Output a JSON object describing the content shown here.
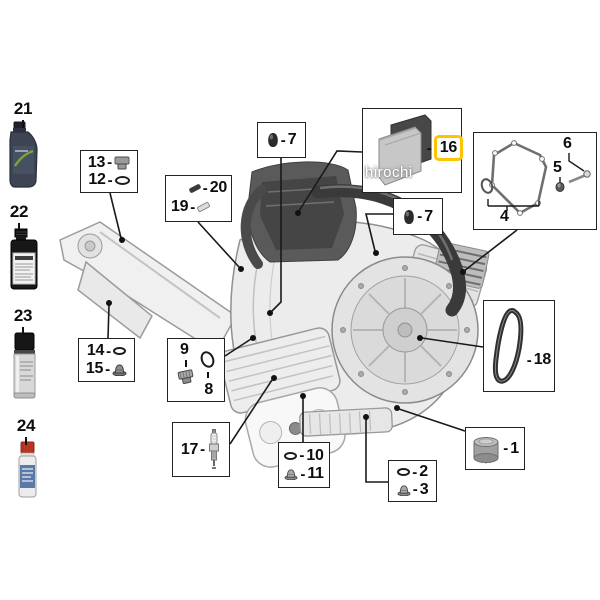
{
  "diagram": {
    "watermark": "hirochi",
    "dash": "-"
  },
  "highlight": {
    "part": "16",
    "color": "#FFC400"
  },
  "parts": {
    "p1": {
      "num": "1",
      "icon": "oil-filter-icon"
    },
    "p2": {
      "num": "2",
      "icon": "o-ring-icon"
    },
    "p3": {
      "num": "3",
      "icon": "grommet-plug-icon"
    },
    "p4": {
      "num": "4",
      "icon": "cover-gasket-icon"
    },
    "p5": {
      "num": "5",
      "icon": "grommet-icon"
    },
    "p6": {
      "num": "6",
      "icon": "screw-icon"
    },
    "p7a": {
      "num": "7",
      "icon": "rubber-cap-icon"
    },
    "p7b": {
      "num": "7",
      "icon": "rubber-cap-icon"
    },
    "p8": {
      "num": "8",
      "icon": "o-ring-icon"
    },
    "p9": {
      "num": "9",
      "icon": "screw-plug-icon"
    },
    "p10": {
      "num": "10",
      "icon": "o-ring-icon"
    },
    "p11": {
      "num": "11",
      "icon": "grommet-plug-icon"
    },
    "p12": {
      "num": "12",
      "icon": "o-ring-icon"
    },
    "p13": {
      "num": "13",
      "icon": "oil-filler-cap-icon"
    },
    "p14": {
      "num": "14",
      "icon": "o-ring-icon"
    },
    "p15": {
      "num": "15",
      "icon": "grommet-plug-icon"
    },
    "p16": {
      "num": "16",
      "icon": "air-filter-icon",
      "highlighted": true
    },
    "p17": {
      "num": "17",
      "icon": "spark-plug-icon"
    },
    "p18": {
      "num": "18",
      "icon": "drive-belt-icon"
    },
    "p19": {
      "num": "19",
      "icon": "pin-screw-icon"
    },
    "p20": {
      "num": "20",
      "icon": "screw-icon"
    },
    "p21": {
      "num": "21",
      "icon": "oil-bottle-icon"
    },
    "p22": {
      "num": "22",
      "icon": "fluid-bottle-icon"
    },
    "p23": {
      "num": "23",
      "icon": "spray-can-icon"
    },
    "p24": {
      "num": "24",
      "icon": "additive-bottle-icon"
    }
  }
}
